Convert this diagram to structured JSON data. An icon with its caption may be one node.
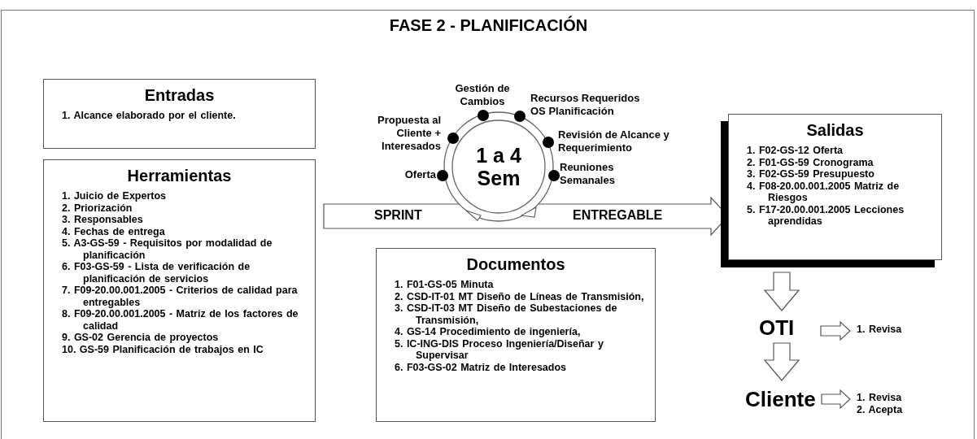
{
  "diagram": {
    "title": "FASE 2 - PLANIFICACIÓN",
    "nodes": [
      {
        "text": [
          "Entradas",
          "1. Alcance elaborado por el cliente."
        ]
      },
      {
        "text": [
          "Herramientas",
          "1. Juicio de Expertos",
          "2. Priorización",
          "3. Responsables",
          "4. Fechas de entrega",
          "5. A3-GS-59 - Requisitos por modalidad de planificación",
          "6. F03-GS-59 - Lista de verificación de planificación de servicios",
          "7. F09-20.00.001.2005 - Criterios de calidad para entregables",
          "8. F09-20.00.001.2005 - Matriz de los factores de calidad",
          "9. GS-02 Gerencia de proyectos",
          "10. GS-59 Planificación de trabajos en IC"
        ]
      },
      {
        "text": [
          "1 a 4 Sem"
        ]
      },
      {
        "text": [
          "Documentos",
          "1. F01-GS-05 Minuta",
          "2. CSD-IT-01 MT Diseño de Líneas de Transmisión,",
          "3. CSD-IT-03 MT Diseño de Subestaciones de Transmisión,",
          "4. GS-14 Procedimiento de ingeniería,",
          "5. IC-ING-DIS Proceso Ingeniería/Diseñar y Supervisar",
          "6. F03-GS-02 Matriz de Interesados"
        ]
      },
      {
        "text": [
          "Salidas",
          "1. F02-GS-12 Oferta",
          "2. F01-GS-59 Cronograma",
          "3. F02-GS-59 Presupuesto",
          "4. F08-20.00.001.2005 Matriz de Riesgos",
          "5. F17-20.00.001.2005 Lecciones aprendidas"
        ]
      },
      {
        "text": [
          "OTI"
        ]
      },
      {
        "text": [
          "1. Revisa"
        ]
      },
      {
        "text": [
          "Cliente"
        ]
      },
      {
        "text": [
          "1. Revisa",
          "2. Acepta"
        ]
      }
    ],
    "edges": [
      {
        "from": null,
        "to": 4,
        "arrow": "to"
      },
      {
        "from": 4,
        "to": 5,
        "arrow": "to"
      },
      {
        "from": 5,
        "to": 6,
        "arrow": "to"
      },
      {
        "from": 5,
        "to": 7,
        "arrow": "to"
      },
      {
        "from": 7,
        "to": 8,
        "arrow": "to"
      }
    ],
    "labels": [
      "Gestión de Cambios",
      "Recursos Requeridos OS Planificación",
      "Propuesta al Cliente + Interesados",
      "Revisión de Alcance y Requerimiento",
      "Reuniones Semanales",
      "Oferta",
      "SPRINT",
      "ENTREGABLE"
    ]
  }
}
